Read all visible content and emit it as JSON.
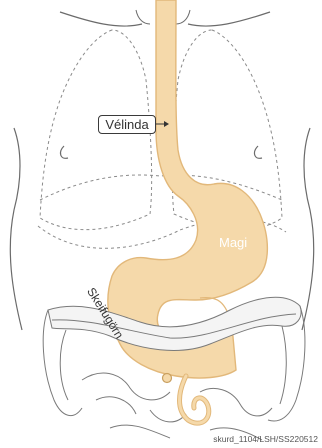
{
  "labels": {
    "esophagus": "Vélinda",
    "stomach": "Magi",
    "duodenum": "Skeifugörn"
  },
  "credit": "skurd_1104/LSH/SS220512",
  "colors": {
    "organ_fill": "#f5d9aa",
    "organ_stroke": "#e2b87a",
    "outline": "#6b6b6b",
    "dashed": "#8a8a8a"
  }
}
